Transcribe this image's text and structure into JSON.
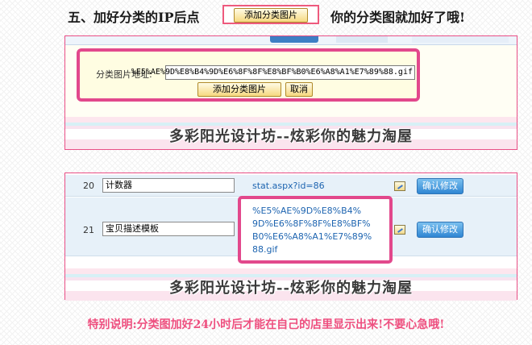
{
  "step": {
    "prefix": "五、加好分类的IP后点",
    "button_label": "添加分类图片",
    "suffix": "你的分类图就加好了哦!"
  },
  "panel1": {
    "field_label": "分类图片地址:",
    "field_value": "%E5%AE%9D%E8%B4%9D%E6%8F%8F%E8%BF%B0%E6%A8%A1%E7%89%88.gif",
    "add_button": "添加分类图片",
    "cancel_button": "取消",
    "banner": "多彩阳光设计坊--炫彩你的魅力淘屋"
  },
  "panel2": {
    "rows": [
      {
        "num": "20",
        "name": "计数器",
        "url": "stat.aspx?id=86",
        "confirm": "确认修改"
      },
      {
        "num": "21",
        "name": "宝贝描述模板",
        "url_lines": [
          "%E5%AE%9D%E8%B4%",
          "9D%E6%8F%8F%E8%BF%",
          "B0%E6%A8%A1%E7%89%",
          "88.gif"
        ],
        "confirm": "确认修改"
      }
    ],
    "banner": "多彩阳光设计坊--炫彩你的魅力淘屋"
  },
  "note": "特别说明:分类图加好24小时后才能在自己的店里显示出来!不要心急哦!",
  "colors": {
    "highlight": "#e2488c",
    "link": "#1d64b0",
    "note": "#ee4f7f",
    "confirm_button": "#2f86d3"
  }
}
